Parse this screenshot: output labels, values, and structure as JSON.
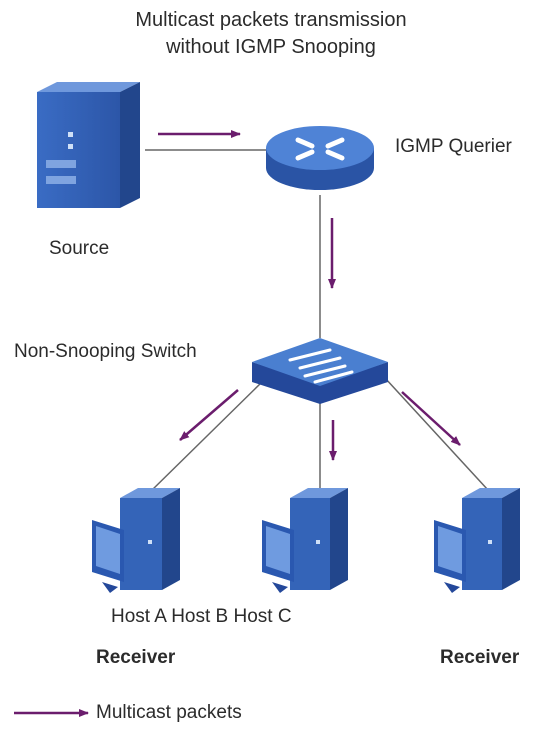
{
  "title": {
    "line1": "Multicast packets transmission",
    "line2": "without IGMP Snooping"
  },
  "nodes": {
    "source": {
      "label": "Source",
      "icon": "server-icon"
    },
    "querier": {
      "label": "IGMP Querier",
      "icon": "router-icon"
    },
    "switch": {
      "label": "Non-Snooping Switch",
      "icon": "switch-icon"
    },
    "hosts_label": "Host A Host B Host C",
    "receiver_left": "Receiver",
    "receiver_right": "Receiver"
  },
  "legend": {
    "label": "Multicast packets"
  },
  "colors": {
    "arrow": "#6b1d6d",
    "device_blue": "#2f5fb5",
    "device_light": "#4a7fd0",
    "line": "#666666"
  }
}
